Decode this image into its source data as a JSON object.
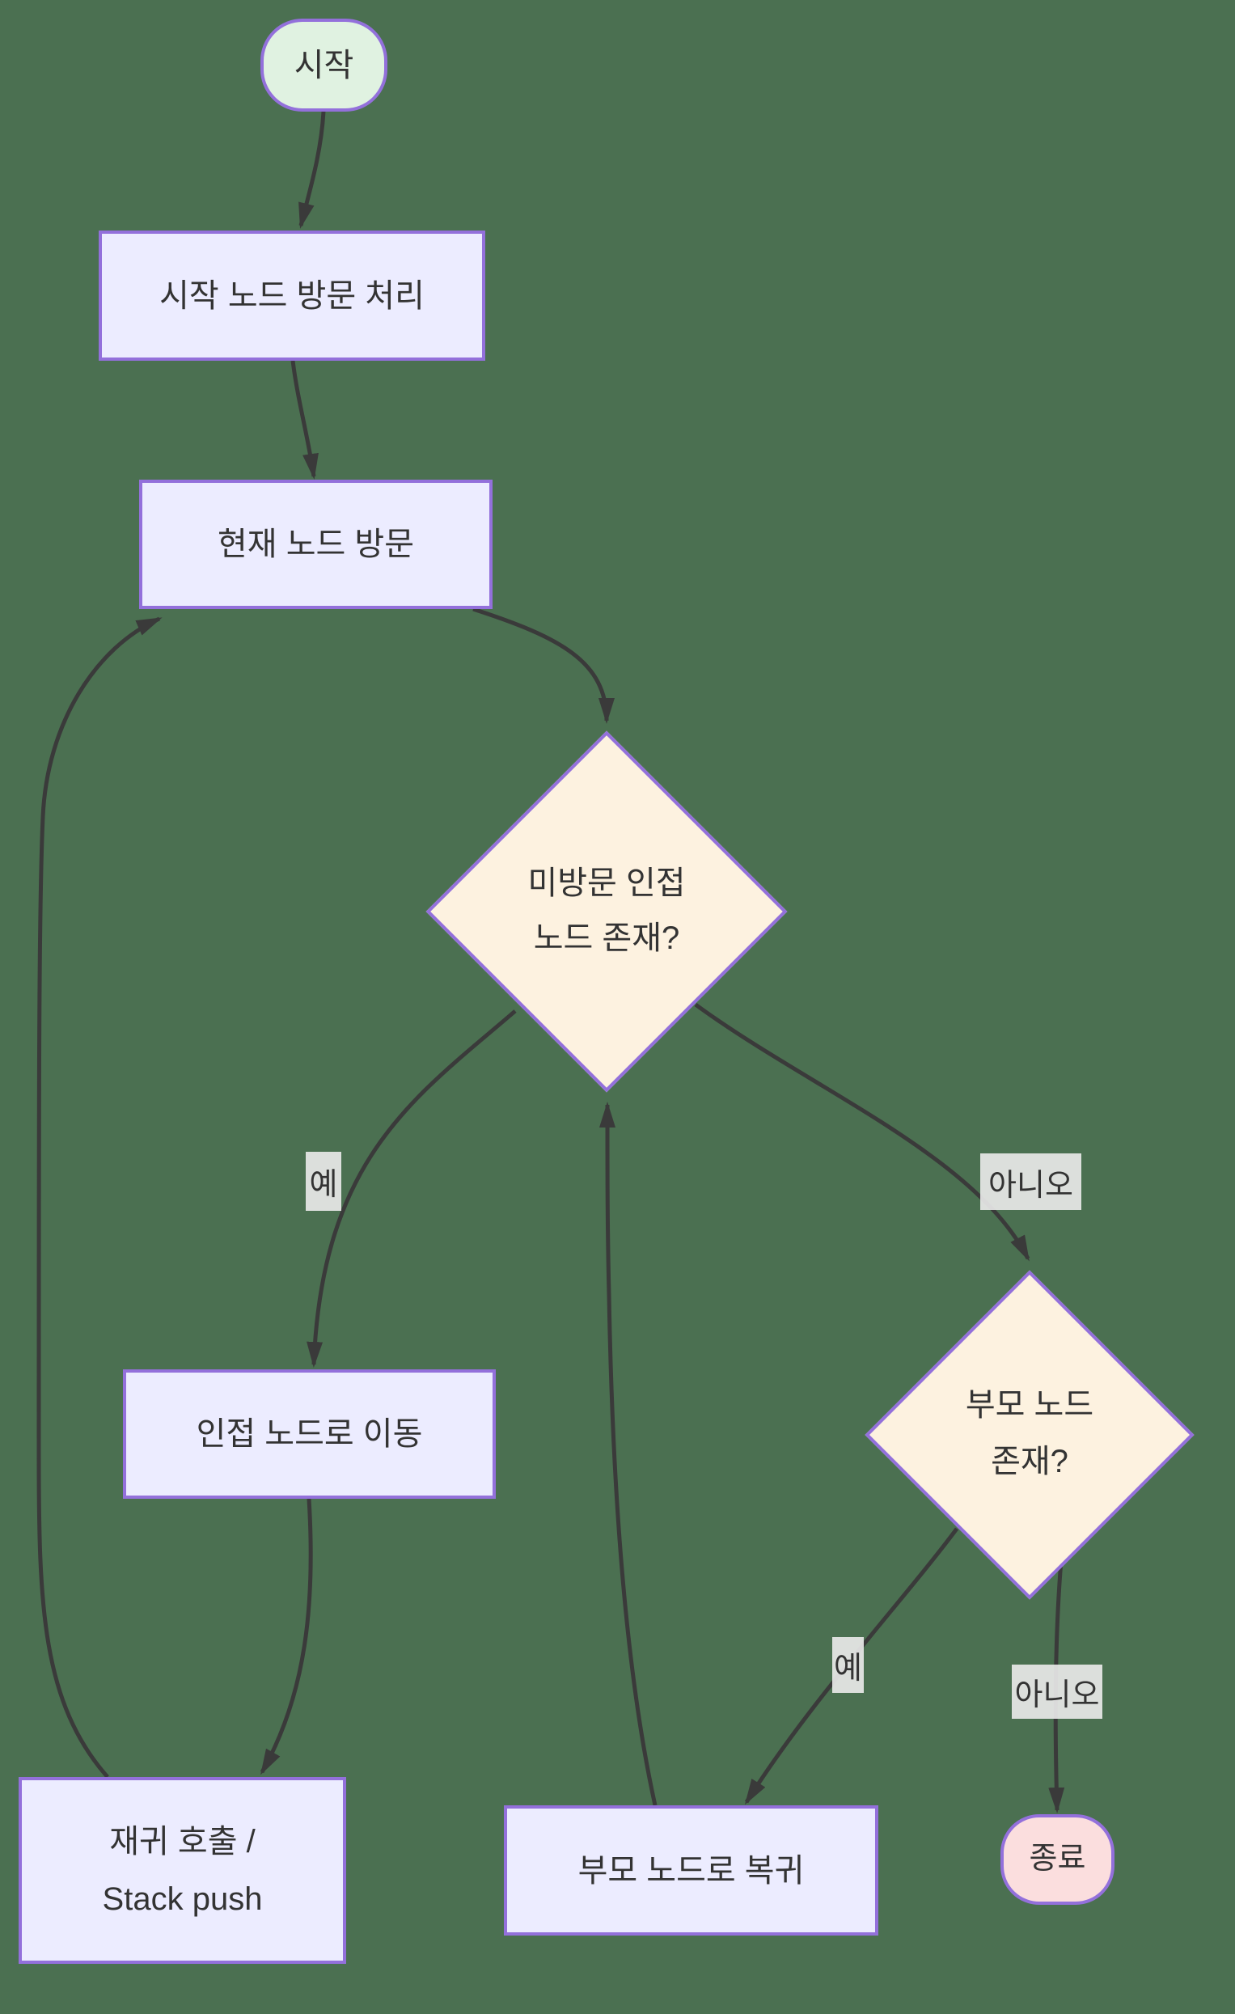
{
  "diagram": {
    "nodes": {
      "start": {
        "label": "시작"
      },
      "process_start_visit": {
        "label": "시작 노드 방문 처리"
      },
      "visit_current": {
        "label": "현재 노드 방문"
      },
      "decision_unvisited": {
        "line1": "미방문 인접",
        "line2": "노드 존재?"
      },
      "move_adjacent": {
        "label": "인접 노드로 이동"
      },
      "recursive_call": {
        "line1": "재귀 호출 /",
        "line2": "Stack push"
      },
      "decision_parent": {
        "line1": "부모 노드",
        "line2": "존재?"
      },
      "return_parent": {
        "label": "부모 노드로 복귀"
      },
      "end": {
        "label": "종료"
      }
    },
    "edge_labels": {
      "unvisited_yes": "예",
      "unvisited_no": "아니오",
      "parent_yes": "예",
      "parent_no": "아니오"
    },
    "colors": {
      "background": "#4B7051",
      "process_fill": "#ECECFF",
      "decision_fill": "#FDF2E0",
      "start_fill": "#E0F2E1",
      "end_fill": "#FBDEDE",
      "node_border": "#9370DB",
      "edge": "#3A3A3A",
      "edge_label_bg": "#E8E8E8",
      "text": "#333333"
    }
  }
}
